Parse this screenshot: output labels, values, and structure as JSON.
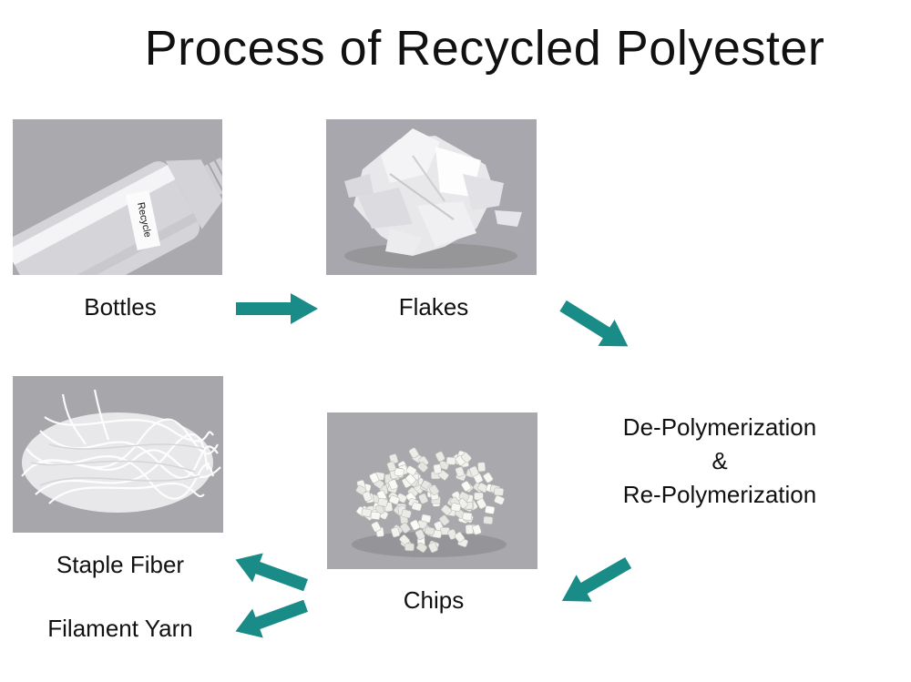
{
  "title": "Process of Recycled Polyester",
  "steps": {
    "bottles": {
      "label": "Bottles",
      "bottle_text": "Recycle"
    },
    "flakes": {
      "label": "Flakes"
    },
    "polymerization": {
      "line1": "De-Polymerization",
      "line2": "&",
      "line3": "Re-Polymerization"
    },
    "chips": {
      "label": "Chips"
    },
    "staple_fiber": {
      "label": "Staple Fiber"
    },
    "filament_yarn": {
      "label": "Filament Yarn"
    }
  },
  "colors": {
    "arrow": "#1a8c87",
    "photo_bg": "#a0a0a6"
  }
}
